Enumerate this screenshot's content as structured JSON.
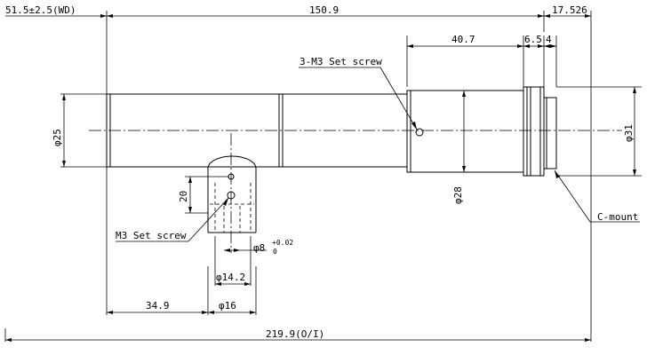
{
  "dimensions": {
    "wd": "51.5±2.5(WD)",
    "total_length_top": "150.9",
    "c_mount_offset": "17.526",
    "front_section": "40.7",
    "ring_a": "6.5",
    "ring_b": "4",
    "dia_25": "φ25",
    "dia_31": "φ31",
    "dia_28": "φ28",
    "height_20": "20",
    "dia_8": "φ8",
    "dia_8_tol_upper": "+0.02",
    "dia_8_tol_lower": "0",
    "dia_14_2": "φ14.2",
    "dia_16": "φ16",
    "offset_34_9": "34.9",
    "overall_length": "219.9(O/I)"
  },
  "callouts": {
    "set_screw_top": "3-M3 Set screw",
    "set_screw_bottom": "M3 Set screw",
    "c_mount": "C-mount"
  }
}
